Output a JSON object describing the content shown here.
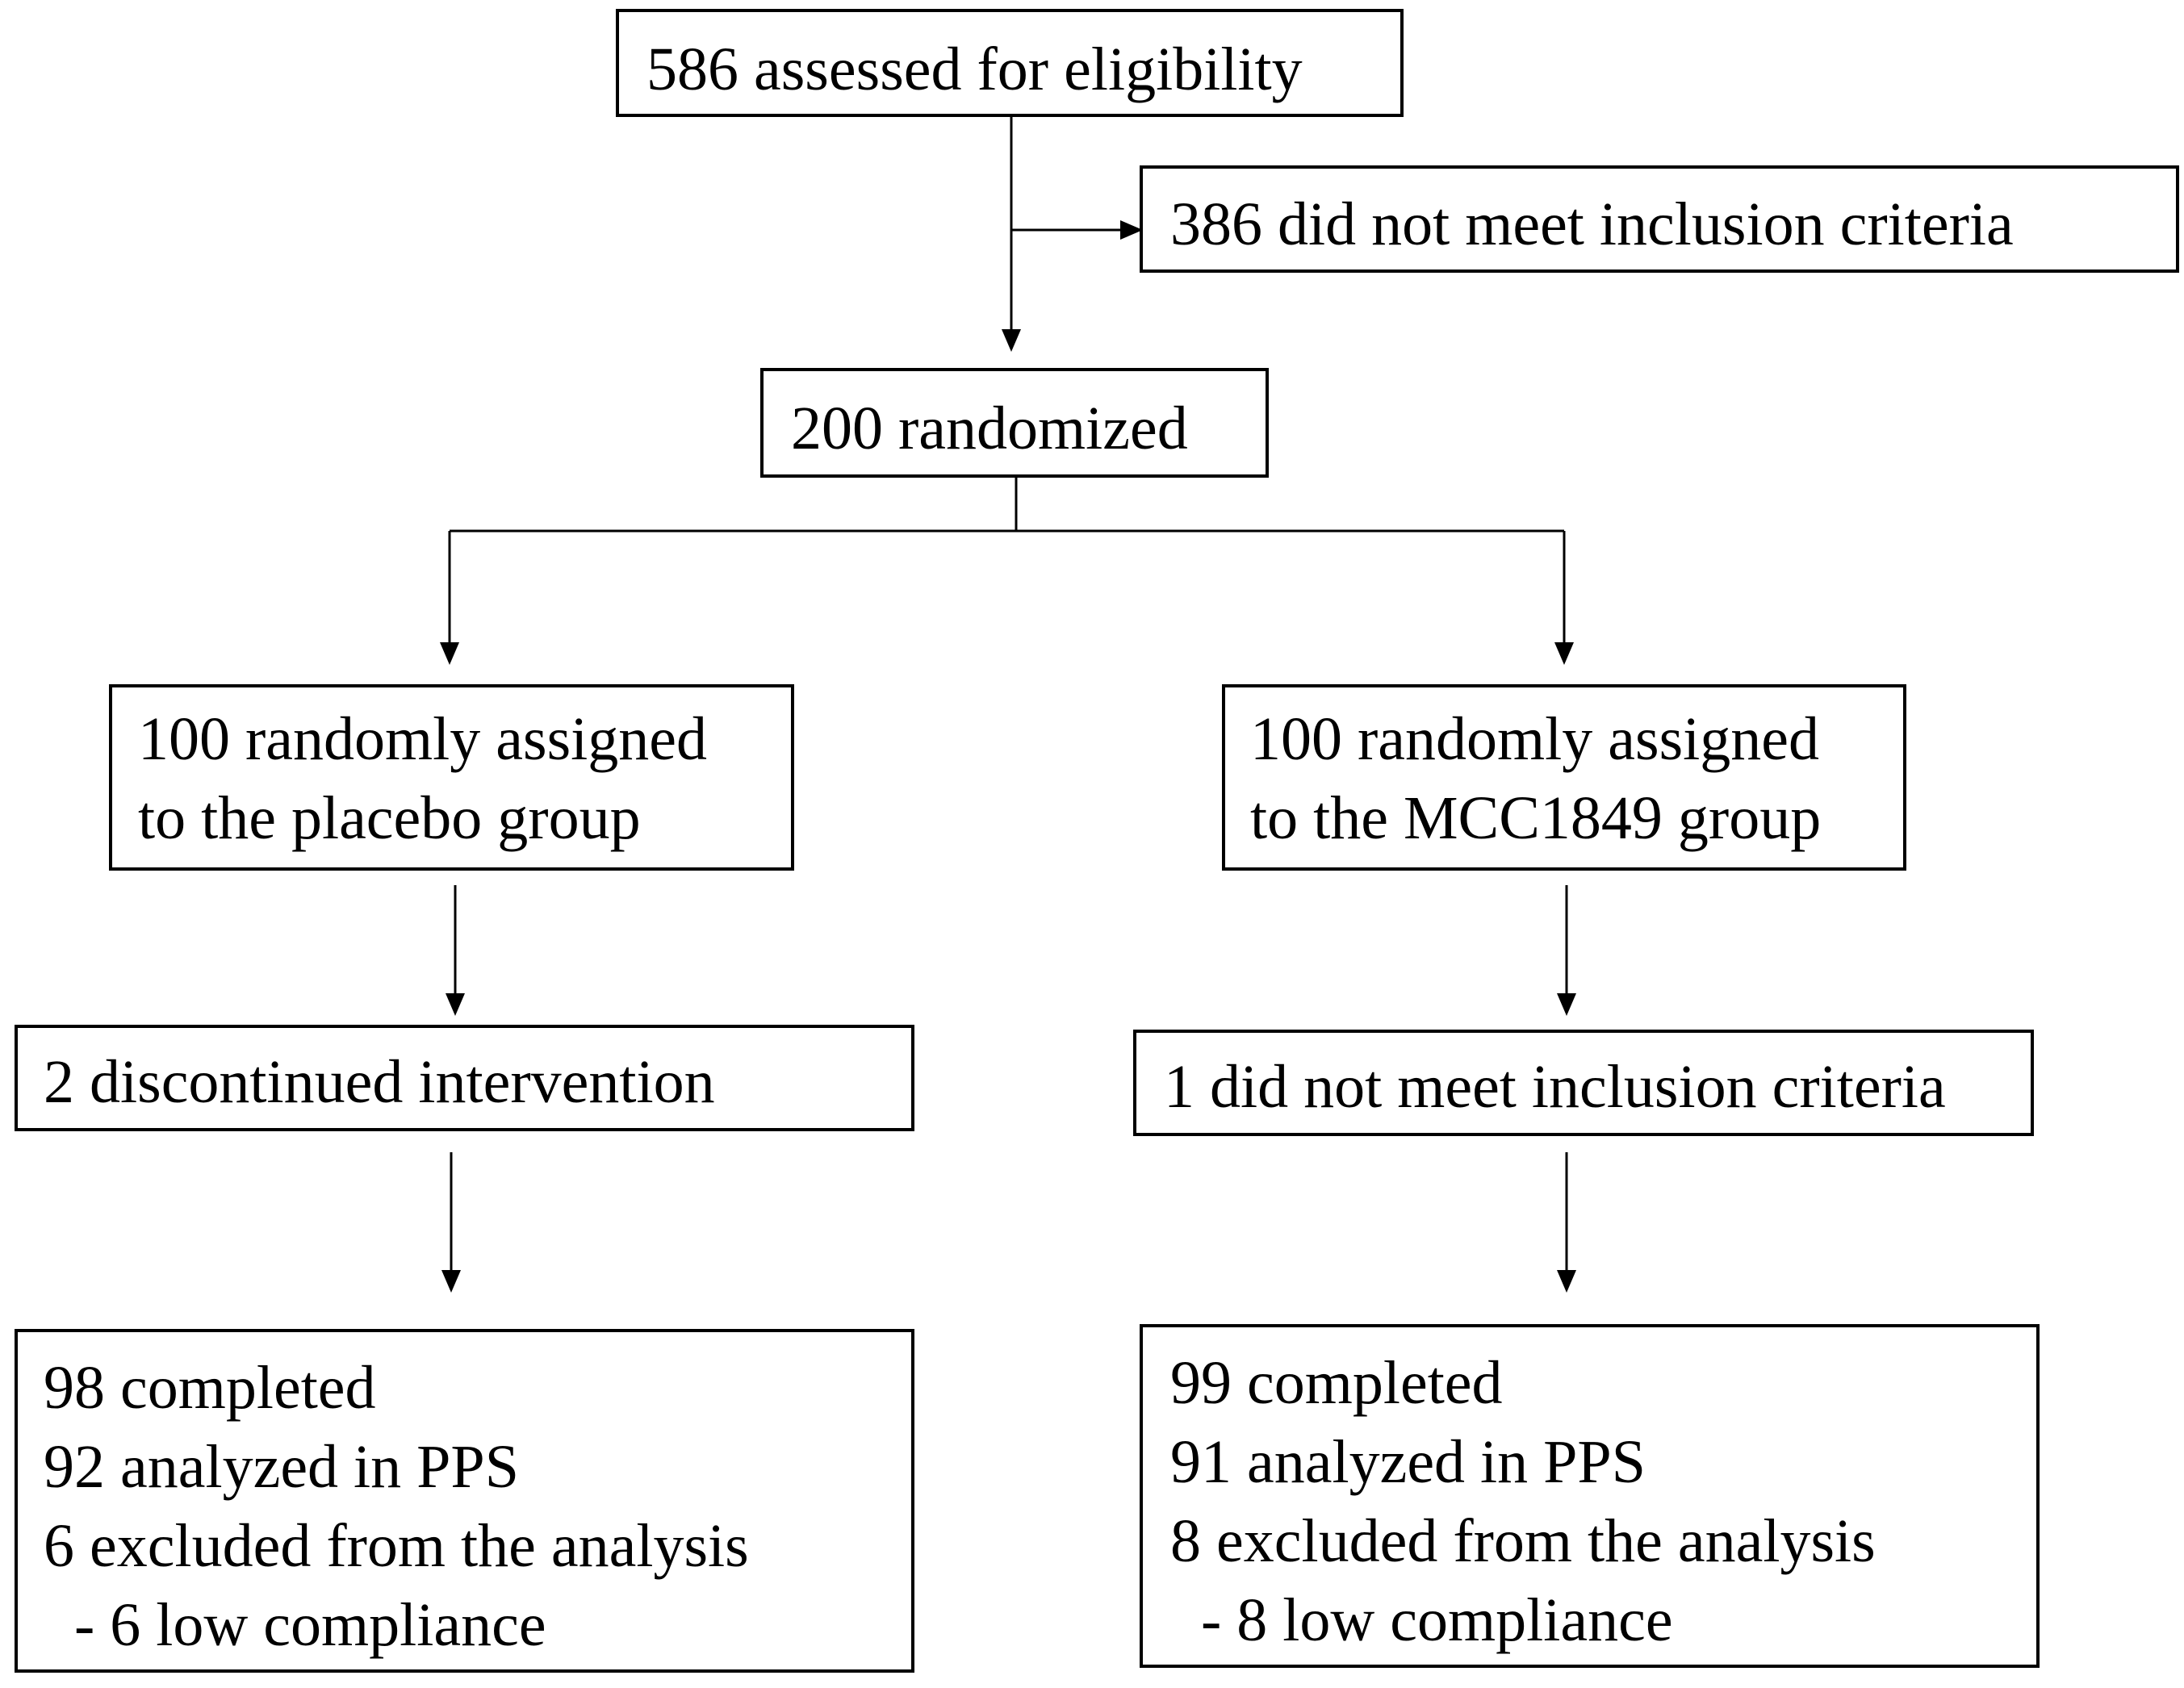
{
  "flowchart": {
    "screening": {
      "assessed": "586 assessed for eligibility",
      "excluded": "386 did not meet inclusion criteria"
    },
    "randomization": {
      "randomized": "200 randomized"
    },
    "placebo_arm": {
      "allocation": [
        "100 randomly assigned",
        "to the placebo group"
      ],
      "followup": "2 discontinued intervention",
      "analysis": [
        "98 completed",
        "92 analyzed in PPS",
        "6 excluded from the analysis",
        "  - 6 low compliance"
      ]
    },
    "mcc1849_arm": {
      "allocation": [
        "100 randomly assigned",
        "to the MCC1849 group"
      ],
      "followup": "1 did not meet inclusion criteria",
      "analysis": [
        "99 completed",
        "91 analyzed in PPS",
        "8 excluded from the analysis",
        "  - 8 low compliance"
      ]
    }
  },
  "colors": {
    "line": "#000000",
    "background": "#ffffff"
  }
}
